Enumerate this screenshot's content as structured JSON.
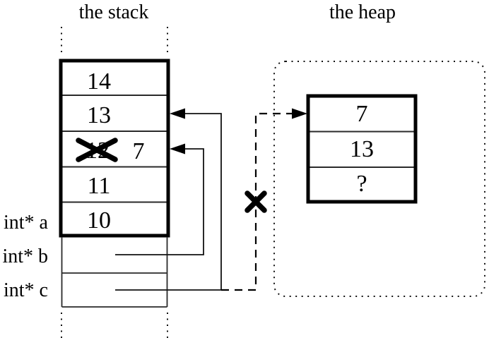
{
  "colors": {
    "ink": "#000000",
    "thin_line": "#2a2a2a",
    "background": "#ffffff"
  },
  "stack": {
    "title": "the stack",
    "cells": [
      {
        "value": "14"
      },
      {
        "value": "13"
      },
      {
        "value": "12",
        "crossed_out": true,
        "new_value": "7"
      },
      {
        "value": "11"
      },
      {
        "value": "10"
      }
    ],
    "pointer_variables": [
      {
        "label": "int* a"
      },
      {
        "label": "int* b"
      },
      {
        "label": "int* c"
      }
    ]
  },
  "heap": {
    "title": "the heap",
    "block_cells": [
      {
        "value": "7"
      },
      {
        "value": "13"
      },
      {
        "value": "?"
      }
    ]
  },
  "icons": {
    "arrowhead_left": "◀",
    "arrowhead_right": "▶",
    "cross_out": "✕"
  }
}
